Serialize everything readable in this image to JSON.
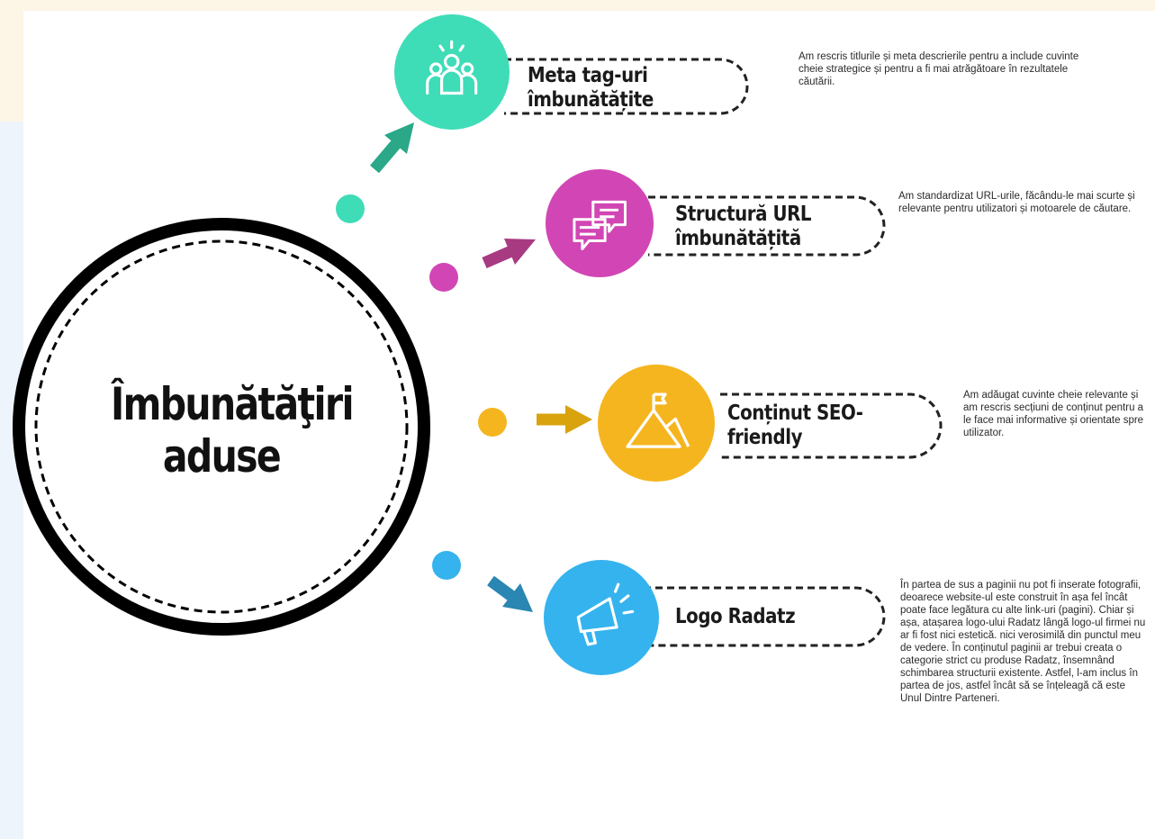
{
  "center": {
    "line1": "Îmbunătăţiri",
    "line2": "aduse"
  },
  "items": [
    {
      "label_line1": "Meta tag-uri",
      "label_line2": "îmbunătățite",
      "color": "#3fdcb8",
      "icon": "team-icon",
      "description": "Am rescris titlurile și meta descrierile pentru a include cuvinte cheie strategice și pentru a fi mai atrăgătoare în rezultatele căutării."
    },
    {
      "label_line1": "Structură URL",
      "label_line2": "îmbunătățită",
      "color": "#d146b4",
      "icon": "chat-bubbles-icon",
      "description": "Am standardizat URL-urile, făcându-le mai scurte și relevante pentru utilizatori și motoarele de căutare."
    },
    {
      "label_line1": "Conținut SEO-",
      "label_line2": "friendly",
      "color": "#f5b51f",
      "icon": "mountain-flag-icon",
      "description": "Am adăugat cuvinte cheie relevante și am rescris secțiuni de conținut pentru a le face mai informative și orientate spre utilizator."
    },
    {
      "label_line1": "Logo Radatz",
      "label_line2": "",
      "color": "#35b3ee",
      "icon": "megaphone-icon",
      "description": "În partea de sus a paginii nu pot fi inserate fotografii, deoarece website-ul este construit în așa fel încât poate face legătura cu alte link-uri (pagini). Chiar și așa, atașarea logo-ului Radatz lângă logo-ul firmei nu ar fi fost nici estetică. nici verosimilă din punctul meu de vedere. În conținutul paginii ar trebui creata o categorie strict cu produse Radatz, însemnând schimbarea structurii existente. Astfel, l-am inclus în partea de jos, astfel încât să se înțeleagă că este Unul Dintre Parteneri."
    }
  ],
  "colors": {
    "teal": "#3fdcb8",
    "teal_arrow": "#2aa888",
    "magenta": "#d146b4",
    "magenta_arrow": "#a83a82",
    "yellow": "#f5b51f",
    "yellow_arrow": "#d9a30e",
    "blue": "#35b3ee",
    "blue_arrow": "#2a86b2",
    "ring": "#000000"
  }
}
